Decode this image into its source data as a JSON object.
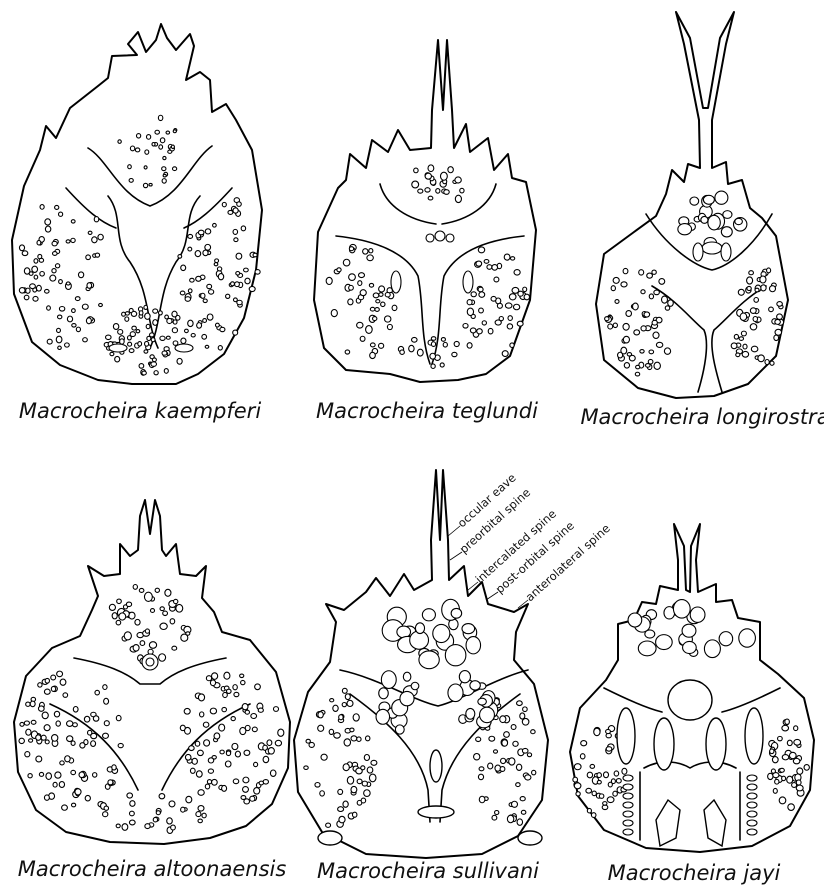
{
  "specimens": [
    {
      "name": "Macrocheira kaempferi"
    },
    {
      "name": "Macrocheira teglundi"
    },
    {
      "name": "Macrocheira longirostra"
    },
    {
      "name": "Macrocheira altoonaensis"
    },
    {
      "name": "Macrocheira sullivani"
    },
    {
      "name": "Macrocheira jayi"
    }
  ],
  "annotations": [
    "occular eave",
    "preorbital spine",
    "intercalated spine",
    "post-orbital spine",
    "anterolateral spine"
  ]
}
